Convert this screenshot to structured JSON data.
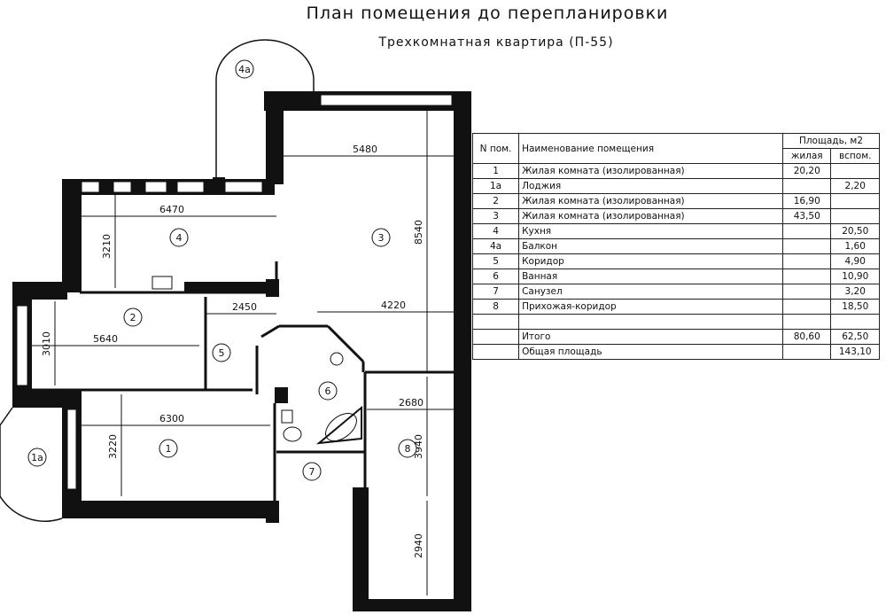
{
  "title": "План помещения до перепланировки",
  "subtitle": "Трехкомнатная квартира (П-55)",
  "plan": {
    "dimensions": [
      "5480",
      "6470",
      "3210",
      "8540",
      "2450",
      "4220",
      "5640",
      "3010",
      "6300",
      "3220",
      "2680",
      "3940",
      "2940"
    ],
    "room_labels": [
      "4а",
      "4",
      "3",
      "2",
      "5",
      "6",
      "1",
      "7",
      "8",
      "1а"
    ]
  },
  "table": {
    "header": {
      "num": "N пом.",
      "name": "Наименование помещения",
      "area": "Площадь, м2",
      "living": "жилая",
      "aux": "вспом."
    },
    "rows": [
      {
        "num": "1",
        "name": "Жилая комната (изолированная)",
        "living": "20,20",
        "aux": ""
      },
      {
        "num": "1а",
        "name": "Лоджия",
        "living": "",
        "aux": "2,20"
      },
      {
        "num": "2",
        "name": "Жилая комната (изолированная)",
        "living": "16,90",
        "aux": ""
      },
      {
        "num": "3",
        "name": "Жилая комната (изолированная)",
        "living": "43,50",
        "aux": ""
      },
      {
        "num": "4",
        "name": "Кухня",
        "living": "",
        "aux": "20,50"
      },
      {
        "num": "4а",
        "name": "Балкон",
        "living": "",
        "aux": "1,60"
      },
      {
        "num": "5",
        "name": "Коридор",
        "living": "",
        "aux": "4,90"
      },
      {
        "num": "6",
        "name": "Ванная",
        "living": "",
        "aux": "10,90"
      },
      {
        "num": "7",
        "name": "Санузел",
        "living": "",
        "aux": "3,20"
      },
      {
        "num": "8",
        "name": "Прихожая-коридор",
        "living": "",
        "aux": "18,50"
      },
      {
        "num": "",
        "name": "",
        "living": "",
        "aux": ""
      },
      {
        "num": "",
        "name": "Итого",
        "living": "80,60",
        "aux": "62,50"
      },
      {
        "num": "",
        "name": "Общая площадь",
        "living": "",
        "aux": "143,10"
      }
    ]
  }
}
